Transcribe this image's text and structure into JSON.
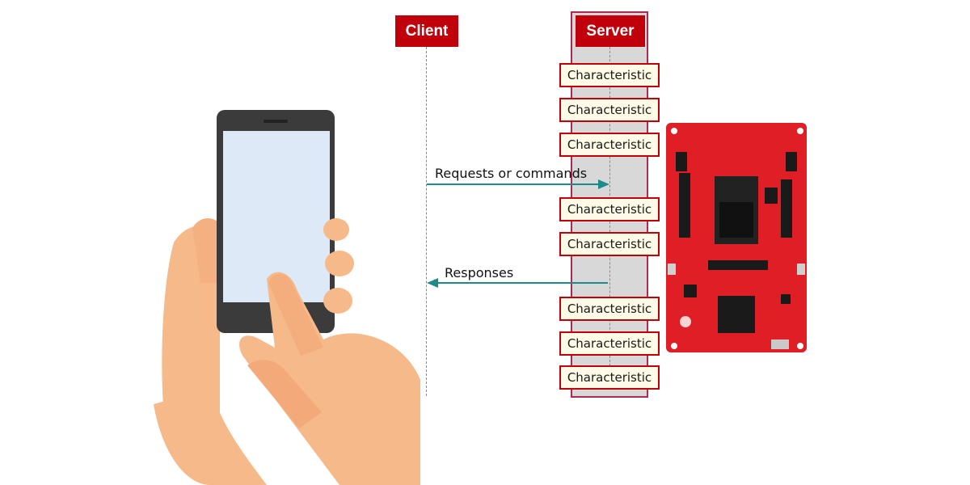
{
  "client": {
    "label": "Client"
  },
  "server": {
    "label": "Server"
  },
  "characteristics": {
    "c1": "Characteristic",
    "c2": "Characteristic",
    "c3": "Characteristic",
    "c4": "Characteristic",
    "c5": "Characteristic",
    "c6": "Characteristic",
    "c7": "Characteristic",
    "c8": "Characteristic"
  },
  "messages": {
    "request": "Requests or commands",
    "response": "Responses"
  },
  "colors": {
    "header_red": "#c0000a",
    "arrow_teal": "#1f8a8a",
    "server_column": "#d8d8d8",
    "board_red": "#e01e26",
    "skin": "#f6b98a"
  },
  "illustrations": {
    "left": "hand-holding-smartphone",
    "right": "red-dev-board"
  }
}
